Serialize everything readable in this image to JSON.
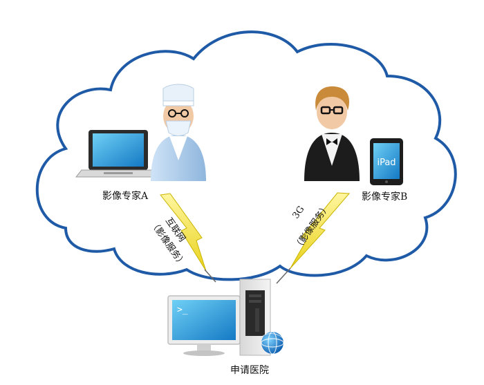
{
  "diagram": {
    "expert_a_label": "影像专家A",
    "expert_b_label": "影像专家B",
    "hospital_label": "申请医院",
    "link_a_line1": "互联网",
    "link_a_line2": "（影像服务）",
    "link_b_line1": "3G",
    "link_b_line2": "（影像服务）",
    "ipad_text": "iPad",
    "terminal_prompt": ">_"
  },
  "colors": {
    "cloud_outline": "#1f5aa6",
    "lightning": "#f2e32a",
    "screen": "#29a3dc",
    "device_body": "#2b2b2b"
  }
}
